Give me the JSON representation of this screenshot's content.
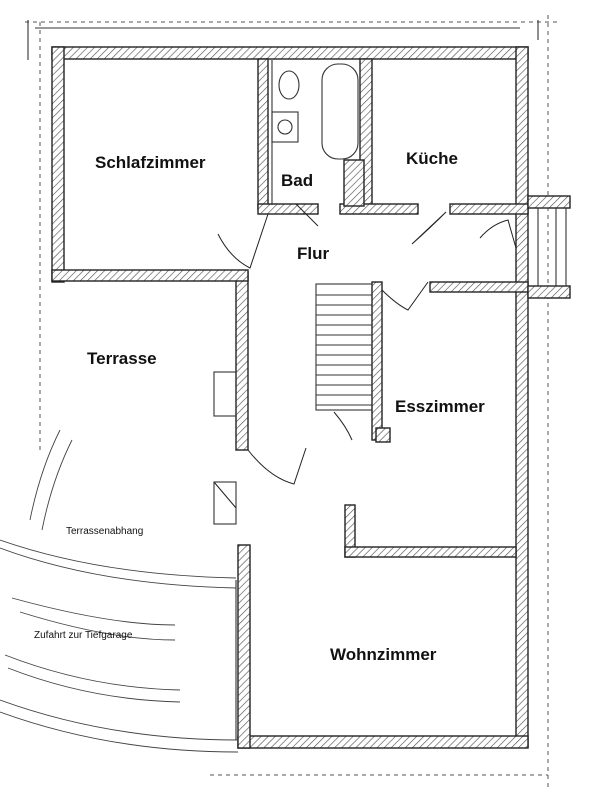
{
  "rooms": {
    "schlafzimmer": "Schlafzimmer",
    "bad": "Bad",
    "kueche": "Küche",
    "flur": "Flur",
    "terrasse": "Terrasse",
    "esszimmer": "Esszimmer",
    "wohnzimmer": "Wohnzimmer"
  },
  "notes": {
    "terrassenabhang": "Terrassenabhang",
    "tiefgarage": "Zufahrt zur Tiefgarage"
  }
}
